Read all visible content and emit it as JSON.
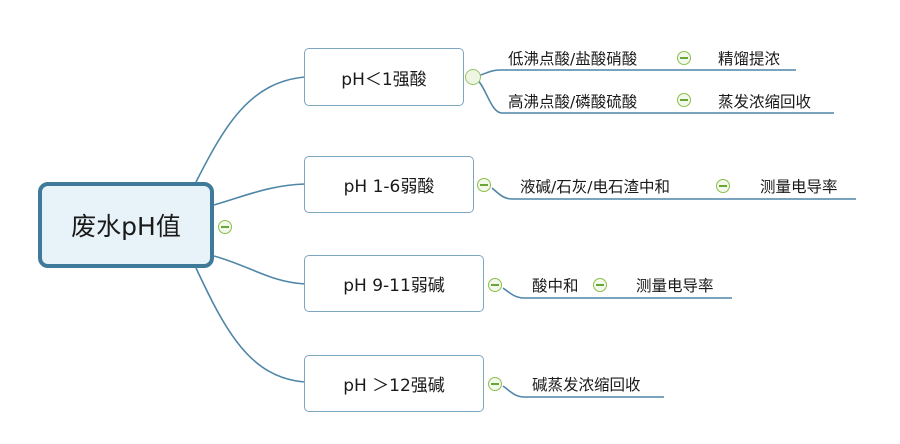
{
  "root": {
    "label": "废水pH值"
  },
  "branches": [
    {
      "label": "pH＜1强酸",
      "children": [
        {
          "label": "低沸点酸/盐酸硝酸",
          "result": "精馏提浓"
        },
        {
          "label": "高沸点酸/磷酸硫酸",
          "result": "蒸发浓缩回收"
        }
      ]
    },
    {
      "label": "pH 1-6弱酸",
      "children": [
        {
          "label": "液碱/石灰/电石渣中和",
          "result": "测量电导率"
        }
      ]
    },
    {
      "label": "pH 9-11弱碱",
      "children": [
        {
          "label": "酸中和",
          "result": "测量电导率"
        }
      ]
    },
    {
      "label": "pH ＞12强碱",
      "children": [
        {
          "label": "碱蒸发浓缩回收"
        }
      ]
    }
  ],
  "colors": {
    "connector": "#4f86a7",
    "root_border": "#3f7a9b",
    "root_fill": "#e8f2f9",
    "branch_border": "#7ea5be",
    "collapse_green": "#8cbf4a"
  }
}
